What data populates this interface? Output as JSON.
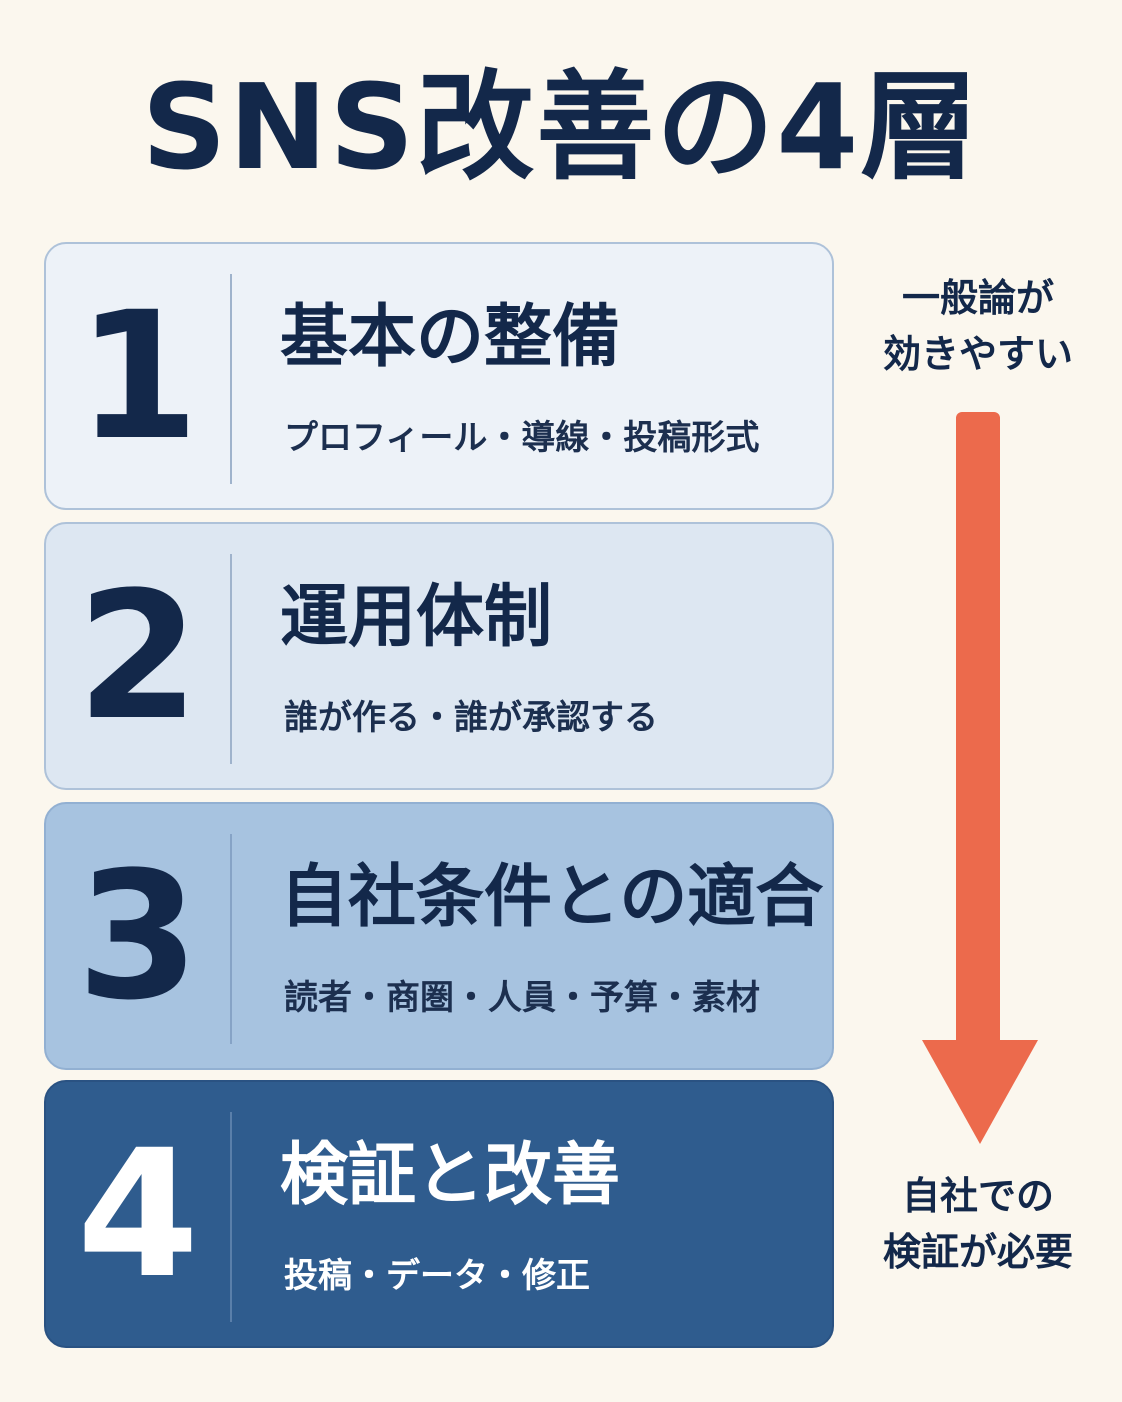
{
  "title": "SNS改善の4層",
  "layers": [
    {
      "number": "1",
      "title": "基本の整備",
      "subtitle": "プロフィール・導線・投稿形式"
    },
    {
      "number": "2",
      "title": "運用体制",
      "subtitle": "誰が作る・誰が承認する"
    },
    {
      "number": "3",
      "title": "自社条件との適合",
      "subtitle": "読者・商圏・人員・予算・素材"
    },
    {
      "number": "4",
      "title": "検証と改善",
      "subtitle": "投稿・データ・修正"
    }
  ],
  "side_notes": {
    "top": {
      "line1": "一般論が",
      "line2": "効きやすい"
    },
    "bottom": {
      "line1": "自社での",
      "line2": "検証が必要"
    }
  },
  "colors": {
    "background": "#fbf7ee",
    "navy": "#13284a",
    "arrow": "#ec6a4c",
    "layer1": "#edf2f8",
    "layer2": "#dde7f2",
    "layer3": "#a7c3e0",
    "layer4": "#2f5c8e"
  }
}
